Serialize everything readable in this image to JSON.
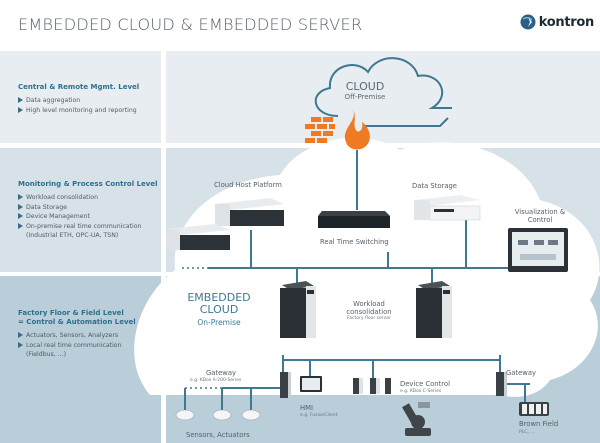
{
  "header": {
    "title": "EMBEDDED CLOUD & EMBEDDED SERVER",
    "logo_text": "kontron"
  },
  "levels": [
    {
      "title_lines": [
        "Central & Remote Mgmt. Level"
      ],
      "items": [
        "Data aggregation",
        "High level monitoring and reporting"
      ]
    },
    {
      "title_lines": [
        "Monitoring & Process Control Level"
      ],
      "items": [
        "Workload consolidation",
        "Data Storage",
        "Device Management",
        "On-premise real time communication",
        "(Industrial ETH, OPC-UA, TSN)"
      ]
    },
    {
      "title_lines": [
        "Factory Floor & Field Level",
        "= Control & Automation Level"
      ],
      "items": [
        "Actuators, Sensors, Analyzers",
        "Local real time communication",
        "(Fieldbus, ...)"
      ]
    }
  ],
  "cloud": {
    "title": "CLOUD",
    "subtitle": "Off-Premise"
  },
  "embedded_cloud": {
    "line1": "EMBEDDED",
    "line2": "CLOUD",
    "subtitle": "On-Premise"
  },
  "nodes": {
    "cloud_host": "Cloud Host Platform",
    "real_time_switching": "Real Time Switching",
    "data_storage": "Data Storage",
    "visualization_1": "Visualization &",
    "visualization_2": "Control",
    "workload_1": "Workload",
    "workload_2": "consolidation",
    "workload_sub": "Factory floor server",
    "gateway_left": "Gateway",
    "gateway_left_sub": "e.g. KBox A-200-Series",
    "hmi": "HMI",
    "hmi_sub": "e.g. FusionClient",
    "device_control": "Device Control",
    "device_control_sub": "e.g. KBox C-Series",
    "gateway_right": "Gateway",
    "brown_field": "Brown Field",
    "brown_field_sub": "PLC, ...",
    "sensors": "Sensors, Actuators"
  },
  "colors": {
    "band1": "#e8edf1",
    "band2": "#d6e1e8",
    "band3": "#b9ced9",
    "line": "#3f7891",
    "accent_orange": "#ee7a23",
    "cloud_outline": "#3f7891"
  }
}
